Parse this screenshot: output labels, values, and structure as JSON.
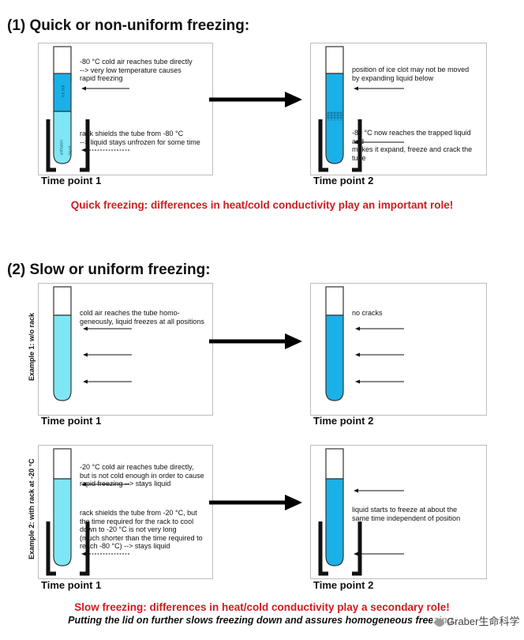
{
  "section1": {
    "title": "(1) Quick or non-uniform freezing:",
    "panel_left": {
      "note_top": "-80 °C cold air reaches tube directly\n--> very low temperature causes\nrapid freezing",
      "note_bottom": "rack shields the tube from -80 °C\n--> liquid stays unfrozen for some time",
      "ice_label": "ice clot",
      "liquid_label": "unfrozen liquid",
      "time_point": "Time point 1"
    },
    "panel_right": {
      "note_top": "position of ice clot may not be moved\nby expanding liquid below",
      "note_bottom": "-80 °C now reaches the trapped liquid and\nmakes it expand, freeze and crack the tube",
      "time_point": "Time point 2"
    },
    "conclusion": "Quick freezing: differences in heat/cold conductivity play an important role!"
  },
  "section2": {
    "title": "(2) Slow or uniform freezing:",
    "example1": {
      "side_label": "Example 1: w/o rack",
      "left_note": "cold air reaches the tube homo-\ngeneously, liquid freezes at all positions",
      "right_note": "no cracks",
      "time_point_left": "Time point 1",
      "time_point_right": "Time point 2"
    },
    "example2": {
      "side_label": "Example 2: with rack at -20 °C",
      "note_top": "-20 °C cold air reaches tube directly,\nbut is not cold enough in order to cause\nrapid freezing --> stays liquid",
      "note_bottom": "rack shields the tube from -20 °C, but\nthe time required for the rack to cool\ndown to -20 °C is not very long\n(much shorter than the time required to\nreach -80 °C) --> stays liquid",
      "right_note": "liquid starts to freeze at about the\nsame time independent of position",
      "time_point_left": "Time point 1",
      "time_point_right": "Time point 2"
    },
    "conclusion": "Slow freezing: differences in heat/cold conductivity play a secondary role!",
    "footer": "Putting the lid on further slows freezing down and assures homogeneous freezing.",
    "watermark": "Graber生命科学"
  },
  "colors": {
    "ice": "#1ab0e8",
    "liquid": "#7fe6f5",
    "light_ice": "#3fc3ee",
    "red_text": "#d71920",
    "rack": "#111111"
  }
}
